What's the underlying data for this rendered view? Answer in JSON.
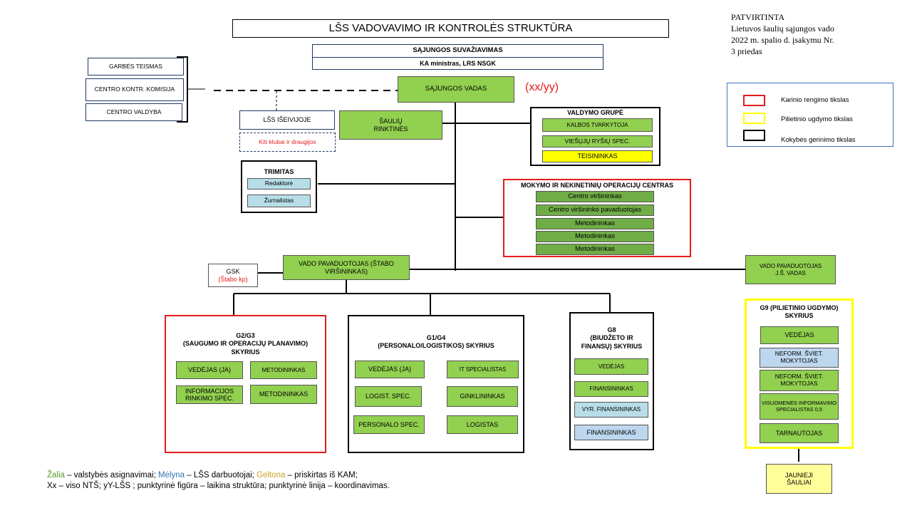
{
  "title": "LŠS VADOVAVIMO IR KONTROLĖS STRUKTŪRA",
  "approval": [
    "PATVIRTINTA",
    "Lietuvos šaulių sąjungos vado",
    "2022  m.  spalio  d.  įsakymu Nr.",
    "3 priedas"
  ],
  "congress": {
    "line1": "SĄJUNGOS SUVAŽIAVIMAS",
    "line2": "KA ministras, LRS NSGK"
  },
  "left_boxes": [
    "GARBĖS TEISMAS",
    "CENTRO  KONTR.  KOMISIJA",
    "CENTRO VALDYBA"
  ],
  "commander": "SĄJUNGOS VADAS",
  "commander_note": "(xx/yy)",
  "exile": "LŠS IŠEIVIJOJE",
  "clubs": "Kiti klubai ir draugijos",
  "rifles": [
    "ŠAULIŲ",
    "RINKTINĖS"
  ],
  "management": {
    "title": "VALDYMO GRUPĖ",
    "items": [
      "KALBOS TVARKYTOJA",
      "VIEŠŲJŲ RYŠIŲ SPEC.",
      "TEISININKAS"
    ]
  },
  "trimitas": {
    "title": "TRIMITAS",
    "items": [
      "Redaktorė",
      "Žurnalistas"
    ]
  },
  "training": {
    "title": "MOKYMO IR NEKINETINIŲ  OPERACIJŲ CENTRAS",
    "items": [
      "Centro viršininkas",
      "Centro viršininko pavaduotojas",
      "Metodininkas",
      "Metodininkas",
      "Metodininkas"
    ]
  },
  "gsk": {
    "line1": "GSK",
    "line2": "(Štabo kp)"
  },
  "deputy_staff": [
    "VADO PAVADUOTOJAS  (ŠTABO",
    "VIRŠININKAS)"
  ],
  "deputy_js": [
    "VADO PAVADUOTOJAS",
    "J.Š. VADAS"
  ],
  "g2g3": {
    "title": [
      "G2/G3",
      "(SAUGUMO IR OPERACIJŲ PLANAVIMO)",
      "SKYRIUS"
    ],
    "items": [
      "VEDĖJAS (JA)",
      "METODININKAS",
      "INFORMACIJOS RINKIMO SPEC.",
      "METODININKAS"
    ]
  },
  "g1g4": {
    "title": [
      "G1/G4",
      "(PERSONALO/LOGISTIKOS)  SKYRIUS"
    ],
    "items": [
      "VEDĖJAS (JA)",
      "IT SPECIALISTAS",
      "LOGIST. SPEC.",
      "GINKLININKAS",
      "PERSONALO  SPEC.",
      "LOGISTAS"
    ]
  },
  "g8": {
    "title": [
      "G8",
      "(BIUDŽETO  IR",
      "FINANSŲ) SKYRIUS"
    ],
    "items": [
      "VEDĖJAS",
      "FINANSININKAS",
      "VYR. FINANSININKAS",
      "FINANSININKAS"
    ]
  },
  "g9": {
    "title": [
      "G9 (PILIETINIO UGDYMO)",
      "SKYRIUS"
    ],
    "items": [
      "VEDĖJAS",
      "NEFORM. ŠVIET. MOKYTOJAS",
      "NEFORM. ŠVIET. MOKYTOJAS",
      "VISUOMENĖS INFORMAVIMO SPECIALISTAS 0,5",
      "TARNAUTOJAS"
    ]
  },
  "young": [
    "JAUNIEJI",
    "ŠAULIAI"
  ],
  "legend": {
    "items": [
      "Karinio rengimo tikslas",
      "Pilietinio ugdymo tikslas",
      "Kokybės gerinimo tikslas"
    ],
    "colors": [
      "#e31c1c",
      "#ffff00",
      "#000000"
    ]
  },
  "footer": {
    "green": "Žalia",
    "green_txt": " – valstybės asignavimai; ",
    "blue": "Mėlyna",
    "blue_txt": " – LŠS darbuotojai; ",
    "yellow": "Geltona",
    "yellow_txt": " – priskirtas iš KAM;",
    "line2": "Xx – viso NTŠ;  yY-LŠS  ;  punktyrinė figūra – laikina struktūra; punktyrinė linija – koordinavimas."
  }
}
